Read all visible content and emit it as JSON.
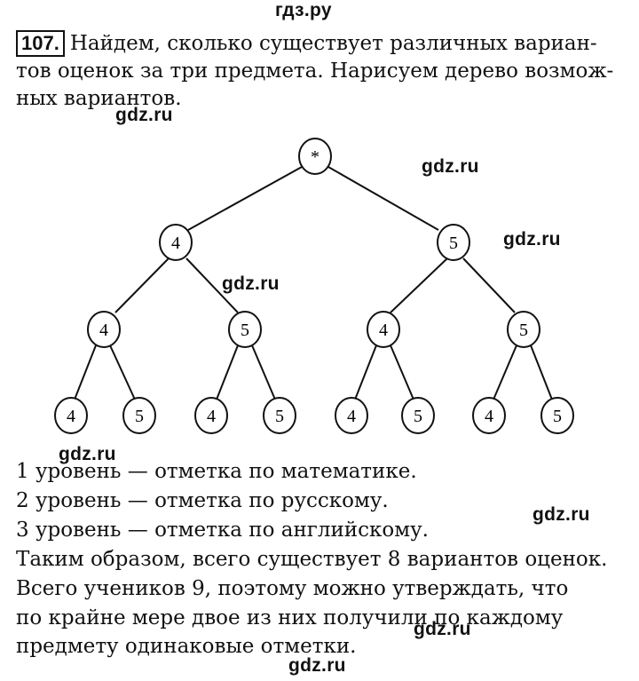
{
  "watermarks": {
    "top": "гдз.ру",
    "items": [
      "gdz.ru",
      "gdz.ru",
      "gdz.ru",
      "gdz.ru",
      "gdz.ru",
      "gdz.ru",
      "gdz.ru",
      "gdz.ru"
    ]
  },
  "problem": {
    "number": "107.",
    "intro_line1": "Найдем, сколько существует различных вариан-",
    "intro_line2": "тов оценок за три предмета. Нарисуем дерево возмож-",
    "intro_line3": "ных вариантов."
  },
  "tree": {
    "root": "*",
    "level1": [
      "4",
      "5"
    ],
    "level2": [
      "4",
      "5",
      "4",
      "5"
    ],
    "level3": [
      "4",
      "5",
      "4",
      "5",
      "4",
      "5",
      "4",
      "5"
    ]
  },
  "levels": [
    "1 уровень — отметка по математике.",
    "2 уровень — отметка по русскому.",
    "3 уровень — отметка по английскому."
  ],
  "conclusion": [
    "Таким образом, всего существует 8 вариантов оценок.",
    "Всего учеников 9, поэтому можно утверждать, что",
    "по крайне мере двое из них получили по каждому",
    "предмету одинаковые отметки."
  ]
}
